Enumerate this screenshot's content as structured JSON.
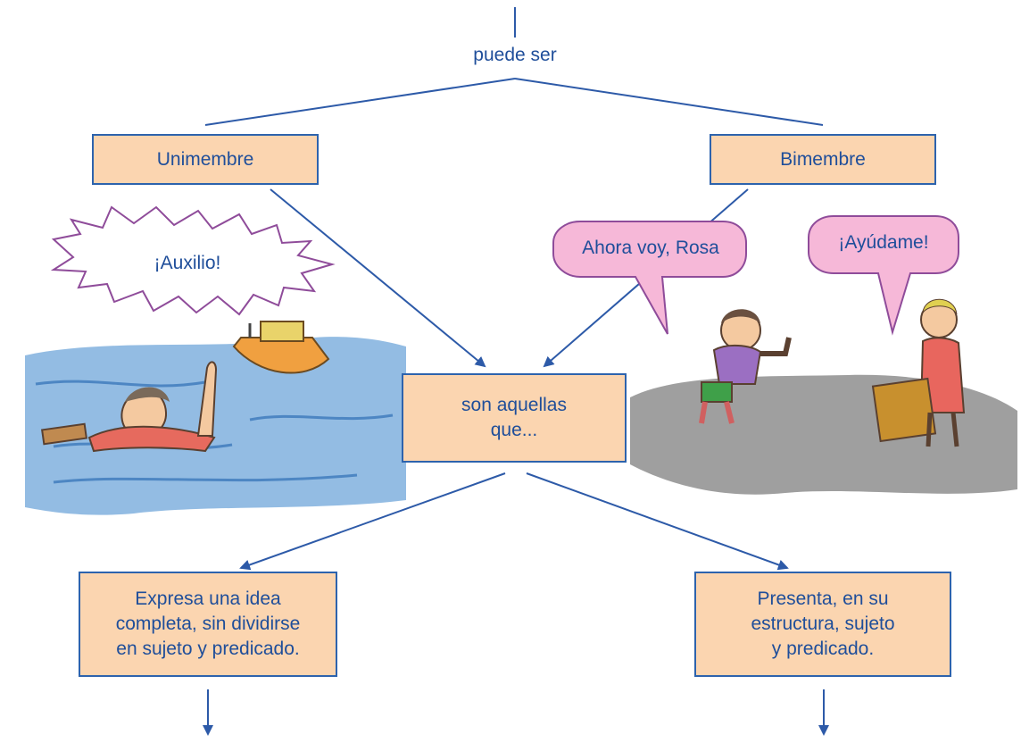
{
  "connector_top": "puede ser",
  "boxes": {
    "unimembre": "Unimembre",
    "bimembre": "Bimembre",
    "center_line1": "son aquellas",
    "center_line2": "que...",
    "left_line1": "Expresa una idea",
    "left_line2": "completa, sin dividirse",
    "left_line3": "en sujeto y predicado.",
    "right_line1": "Presenta, en su",
    "right_line2": "estructura, sujeto",
    "right_line3": "y predicado."
  },
  "speech": {
    "auxilio": "¡Auxilio!",
    "ahora": "Ahora voy, Rosa",
    "ayudame": "¡Ayúdame!"
  },
  "colors": {
    "line": "#2d5aa8",
    "box_fill": "#fbd5b0",
    "text": "#1f4e9a",
    "bubble_fill": "#f6b8d8",
    "bubble_stroke": "#8f4c9a",
    "water": "#6fa6d9",
    "ground": "#8e8e8e"
  }
}
